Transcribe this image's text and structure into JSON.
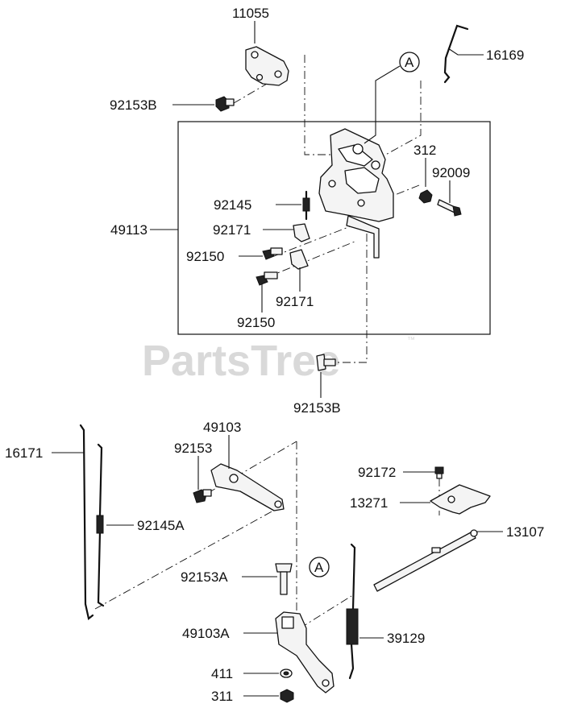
{
  "watermark": {
    "text": "PartsTree",
    "tm": "™"
  },
  "callouts": {
    "p11055": "11055",
    "p92153B_top": "92153B",
    "p16169": "16169",
    "ref_a_top": "A",
    "p312": "312",
    "p92009": "92009",
    "p92145": "92145",
    "p49113": "49113",
    "p92171_a": "92171",
    "p92150_a": "92150",
    "p92171_b": "92171",
    "p92150_b": "92150",
    "p92153B_bottom": "92153B",
    "p16171": "16171",
    "p49103": "49103",
    "p92153": "92153",
    "p92145A": "92145A",
    "p92172": "92172",
    "p13271": "13271",
    "p13107": "13107",
    "ref_a_bottom": "A",
    "p92153A": "92153A",
    "p39129": "39129",
    "p49103A": "49103A",
    "p411": "411",
    "p311": "311"
  }
}
